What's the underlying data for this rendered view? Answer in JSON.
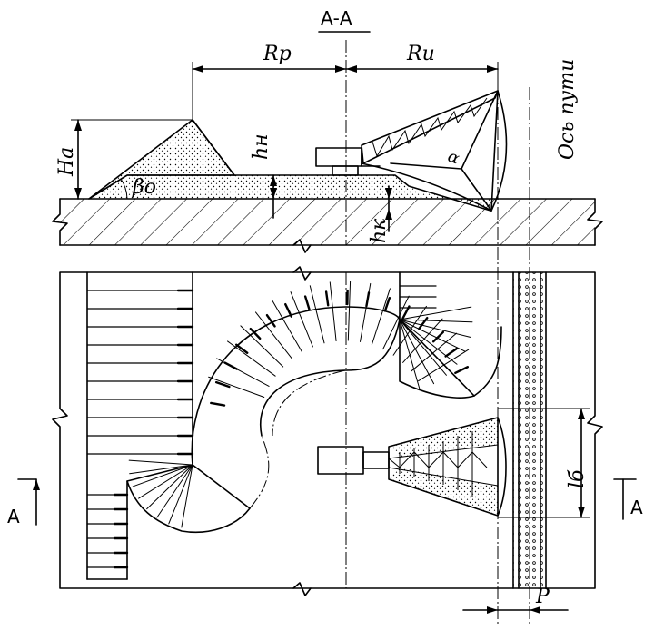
{
  "section_title": "А-А",
  "labels": {
    "rp": "Rр",
    "ri": "Rи",
    "ha": "Hа",
    "hn": "hн",
    "hk": "hк",
    "beta": "βо",
    "alpha": "α",
    "axis_track": "Ось пути",
    "lb": "lб",
    "p": "P",
    "sec_left": "А",
    "sec_right": "А"
  }
}
